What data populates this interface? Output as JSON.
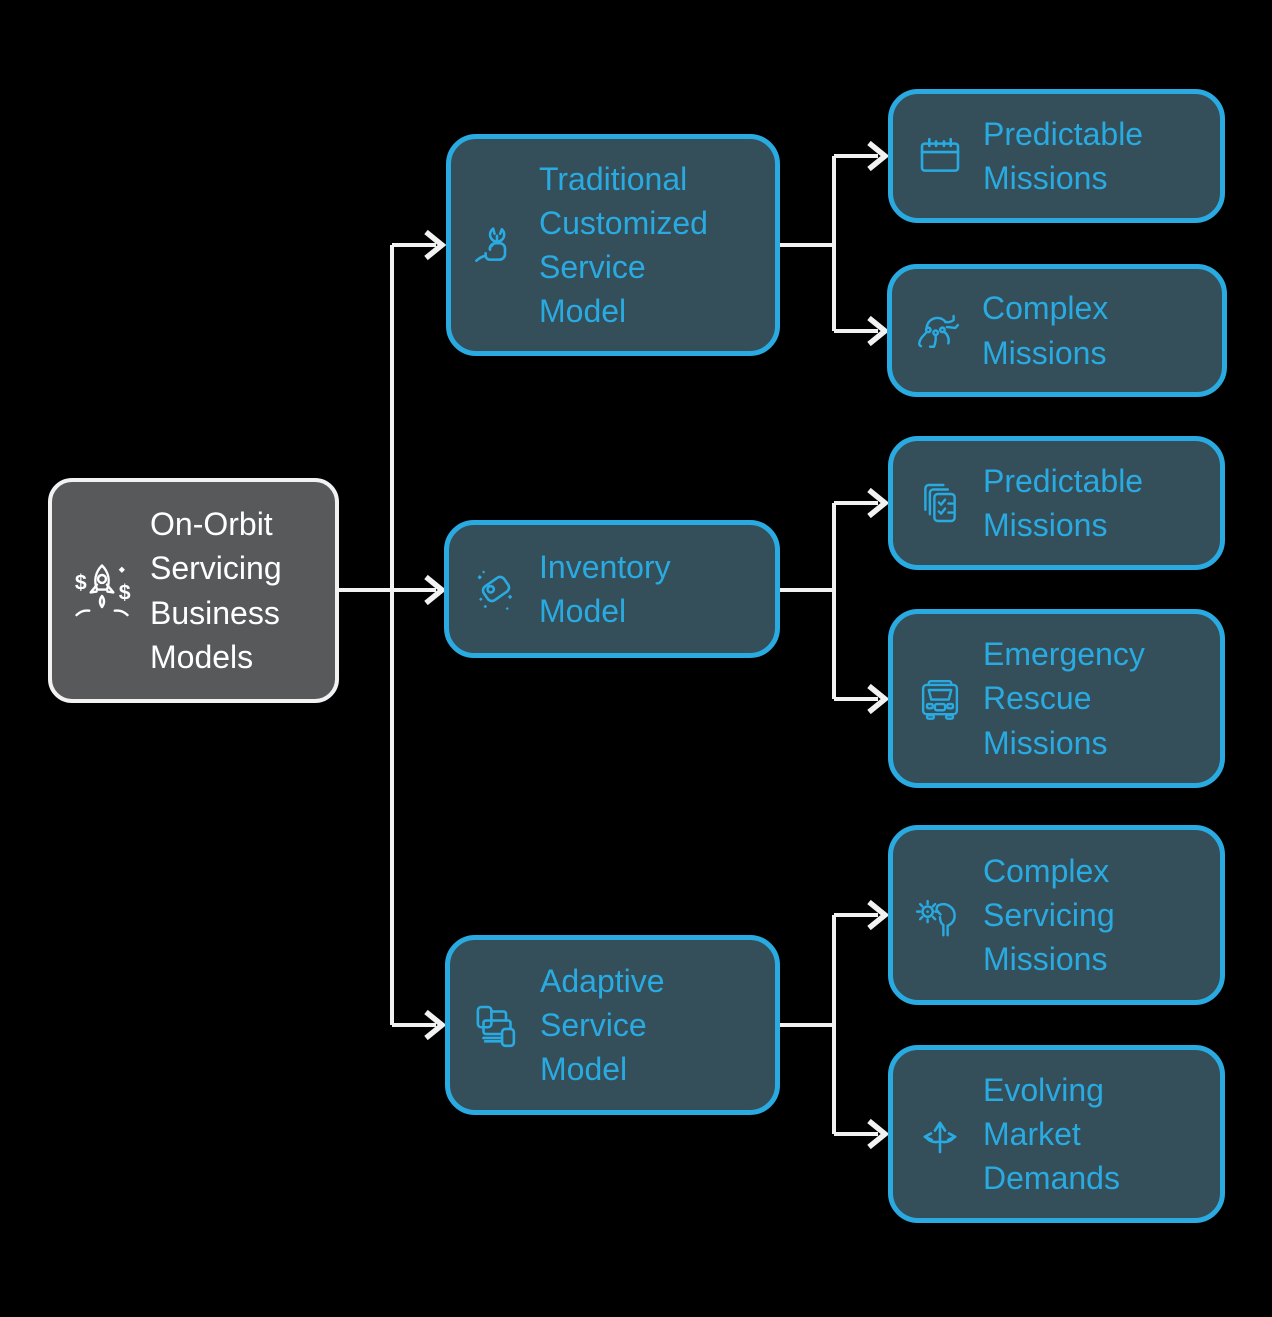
{
  "palette": {
    "background": "#000000",
    "node_fill": "#344e5a",
    "node_border": "#29abe2",
    "node_text": "#29abe2",
    "root_fill": "#58595b",
    "root_border": "#f2f2f2",
    "root_text": "#ffffff",
    "connector": "#f2f2f2"
  },
  "diagram": {
    "root": {
      "label": "On-Orbit\nServicing\nBusiness\nModels",
      "icon": "rocket-dollar-icon"
    },
    "branches": [
      {
        "label": "Traditional\nCustomized\nService\nModel",
        "icon": "hand-wrench-icon",
        "children": [
          {
            "label": "Predictable\nMissions",
            "icon": "calendar-icon"
          },
          {
            "label": "Complex\nMissions",
            "icon": "robot-spider-icon"
          }
        ]
      },
      {
        "label": "Inventory\nModel",
        "icon": "price-tag-icon",
        "children": [
          {
            "label": "Predictable\nMissions",
            "icon": "checklist-docs-icon"
          },
          {
            "label": "Emergency\nRescue\nMissions",
            "icon": "ambulance-icon"
          }
        ]
      },
      {
        "label": "Adaptive\nService\nModel",
        "icon": "devices-icon",
        "children": [
          {
            "label": "Complex\nServicing\nMissions",
            "icon": "gear-hand-icon"
          },
          {
            "label": "Evolving\nMarket\nDemands",
            "icon": "branch-arrows-icon"
          }
        ]
      }
    ]
  }
}
